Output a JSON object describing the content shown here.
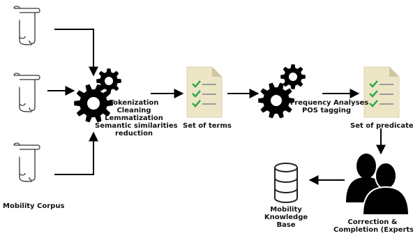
{
  "corpus": {
    "label": "Mobility Corpus"
  },
  "nlp_step": {
    "lines": [
      "Tokenization",
      "Cleaning",
      "Lemmatization",
      "Semantic similarities",
      "reduction"
    ]
  },
  "terms": {
    "label": "Set of terms"
  },
  "analysis_step": {
    "lines": [
      "Frequency Analyses",
      "POS tagging"
    ]
  },
  "predicates": {
    "label": "Set of predicates"
  },
  "experts": {
    "lines": [
      "Correction &",
      "Completion (Experts)"
    ]
  },
  "knowledge_base": {
    "lines": [
      "Mobility",
      "Knowledge",
      "Base"
    ]
  },
  "colors": {
    "doc_fill": "#ede6c6",
    "check": "#2fa84f",
    "line": "#9a9a9a",
    "ink": "#000000"
  }
}
